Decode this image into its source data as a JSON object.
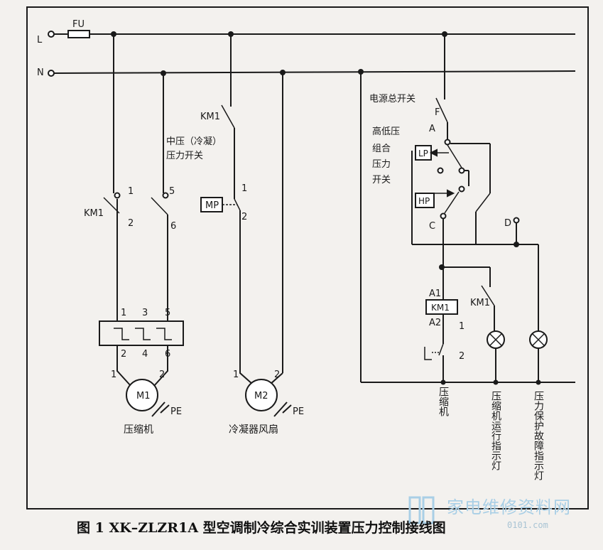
{
  "labels": {
    "L": "L",
    "N": "N",
    "FU": "FU",
    "KM1_top": "KM1",
    "mid_pressure_1": "中压（冷凝）",
    "mid_pressure_2": "压力开关",
    "t1a": "1",
    "t5a": "5",
    "KM1_left": "KM1",
    "t2a": "2",
    "t6a": "6",
    "MP": "MP",
    "mp1": "1",
    "mp2": "2",
    "ol1": "1",
    "ol3": "3",
    "ol5": "5",
    "ol2": "2",
    "ol4": "4",
    "ol6": "6",
    "m1_1": "1",
    "m1_2": "2",
    "m2_1": "1",
    "m2_2": "2",
    "M1": "M1",
    "M2": "M2",
    "PE1": "PE",
    "PE2": "PE",
    "compressor": "压缩机",
    "condenser_fan": "冷凝器风扇",
    "main_switch": "电源总开关",
    "F": "F",
    "A": "A",
    "C": "C",
    "D": "D",
    "hl_1": "高低压",
    "hl_2": "组合",
    "hl_3": "压力",
    "hl_4": "开关",
    "LP": "LP",
    "HP": "HP",
    "A1": "A1",
    "A2": "A2",
    "KM1_coil": "KM1",
    "KM1_aux": "KM1",
    "aux1": "1",
    "aux2": "2",
    "col_compressor": "压缩机",
    "col_run_lamp": "压缩机运行指示灯",
    "col_fault_lamp": "压力保护故障指示灯"
  },
  "caption": "图 1 XK–ZLZR1A 型空调制冷综合实训装置压力控制接线图",
  "watermark": {
    "text": "家电维修资料网",
    "url": "0101.com"
  }
}
